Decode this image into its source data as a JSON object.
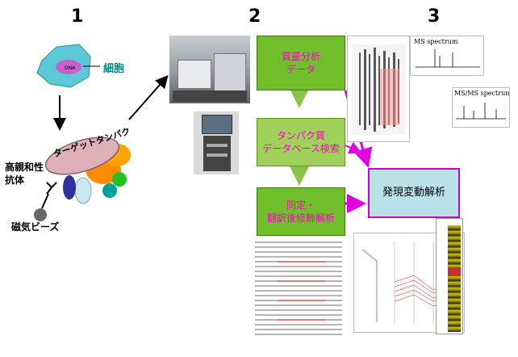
{
  "steps": {
    "one": "1",
    "two": "2",
    "three": "3"
  },
  "labels": {
    "cell": "細胞",
    "antibody": "高親和性\n抗体",
    "beads": "磁気ビーズ",
    "target": "ターゲットタンパク"
  },
  "boxes": {
    "ms_data": "質量分析\nデータ",
    "db_search": "タンパク質\nデータベース検索",
    "identify": "同定・\n翻訳後修飾解析",
    "expression": "発現変動解析"
  },
  "panels": {
    "ms_spectrum": "MS spectrum",
    "msms_spectrum": "MS/MS spectrum"
  },
  "colors": {
    "green": "#6fbe2a",
    "blue_box": "#b8e2e8",
    "magenta": "#cc00cc",
    "cell_label": "#008b8b"
  }
}
